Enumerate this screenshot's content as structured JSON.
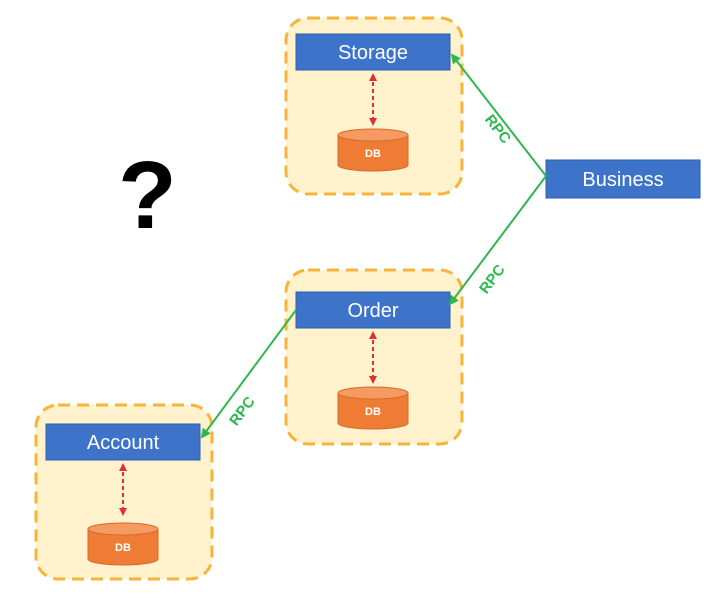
{
  "nodes": {
    "storage": {
      "label": "Storage",
      "db_label": "DB"
    },
    "order": {
      "label": "Order",
      "db_label": "DB"
    },
    "account": {
      "label": "Account",
      "db_label": "DB"
    },
    "business": {
      "label": "Business"
    }
  },
  "edges": [
    {
      "from": "business",
      "to": "storage",
      "label": "RPC"
    },
    {
      "from": "business",
      "to": "order",
      "label": "RPC"
    },
    {
      "from": "order",
      "to": "account",
      "label": "RPC"
    }
  ],
  "question_mark": "?",
  "colors": {
    "service_box": "#3d74c9",
    "service_border": "#2e5ea8",
    "group_fill": "#fff2cc",
    "group_border": "#f6b53a",
    "db_fill": "#ef7c35",
    "db_top": "#f59a60",
    "db_link": "#e03131",
    "rpc": "#2db84d"
  }
}
